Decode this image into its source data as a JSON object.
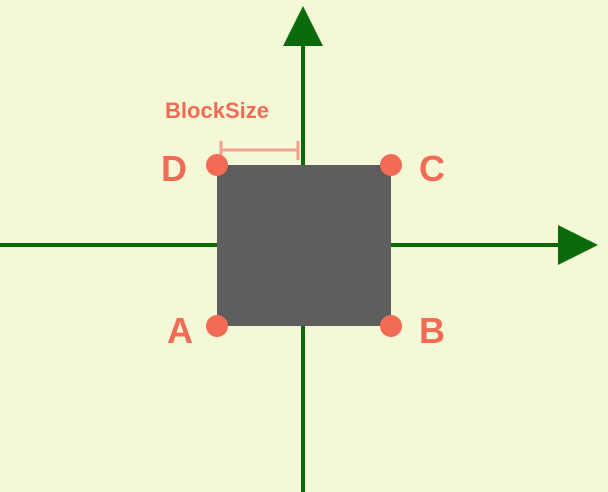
{
  "diagram": {
    "size_label": "BlockSize",
    "corners": {
      "a": "A",
      "b": "B",
      "c": "C",
      "d": "D"
    },
    "colors": {
      "background": "#f5f8d6",
      "axes": "#0b6b0b",
      "block": "#5e5e5e",
      "points": "#f26b55",
      "measure_line": "#f2a08f"
    }
  }
}
